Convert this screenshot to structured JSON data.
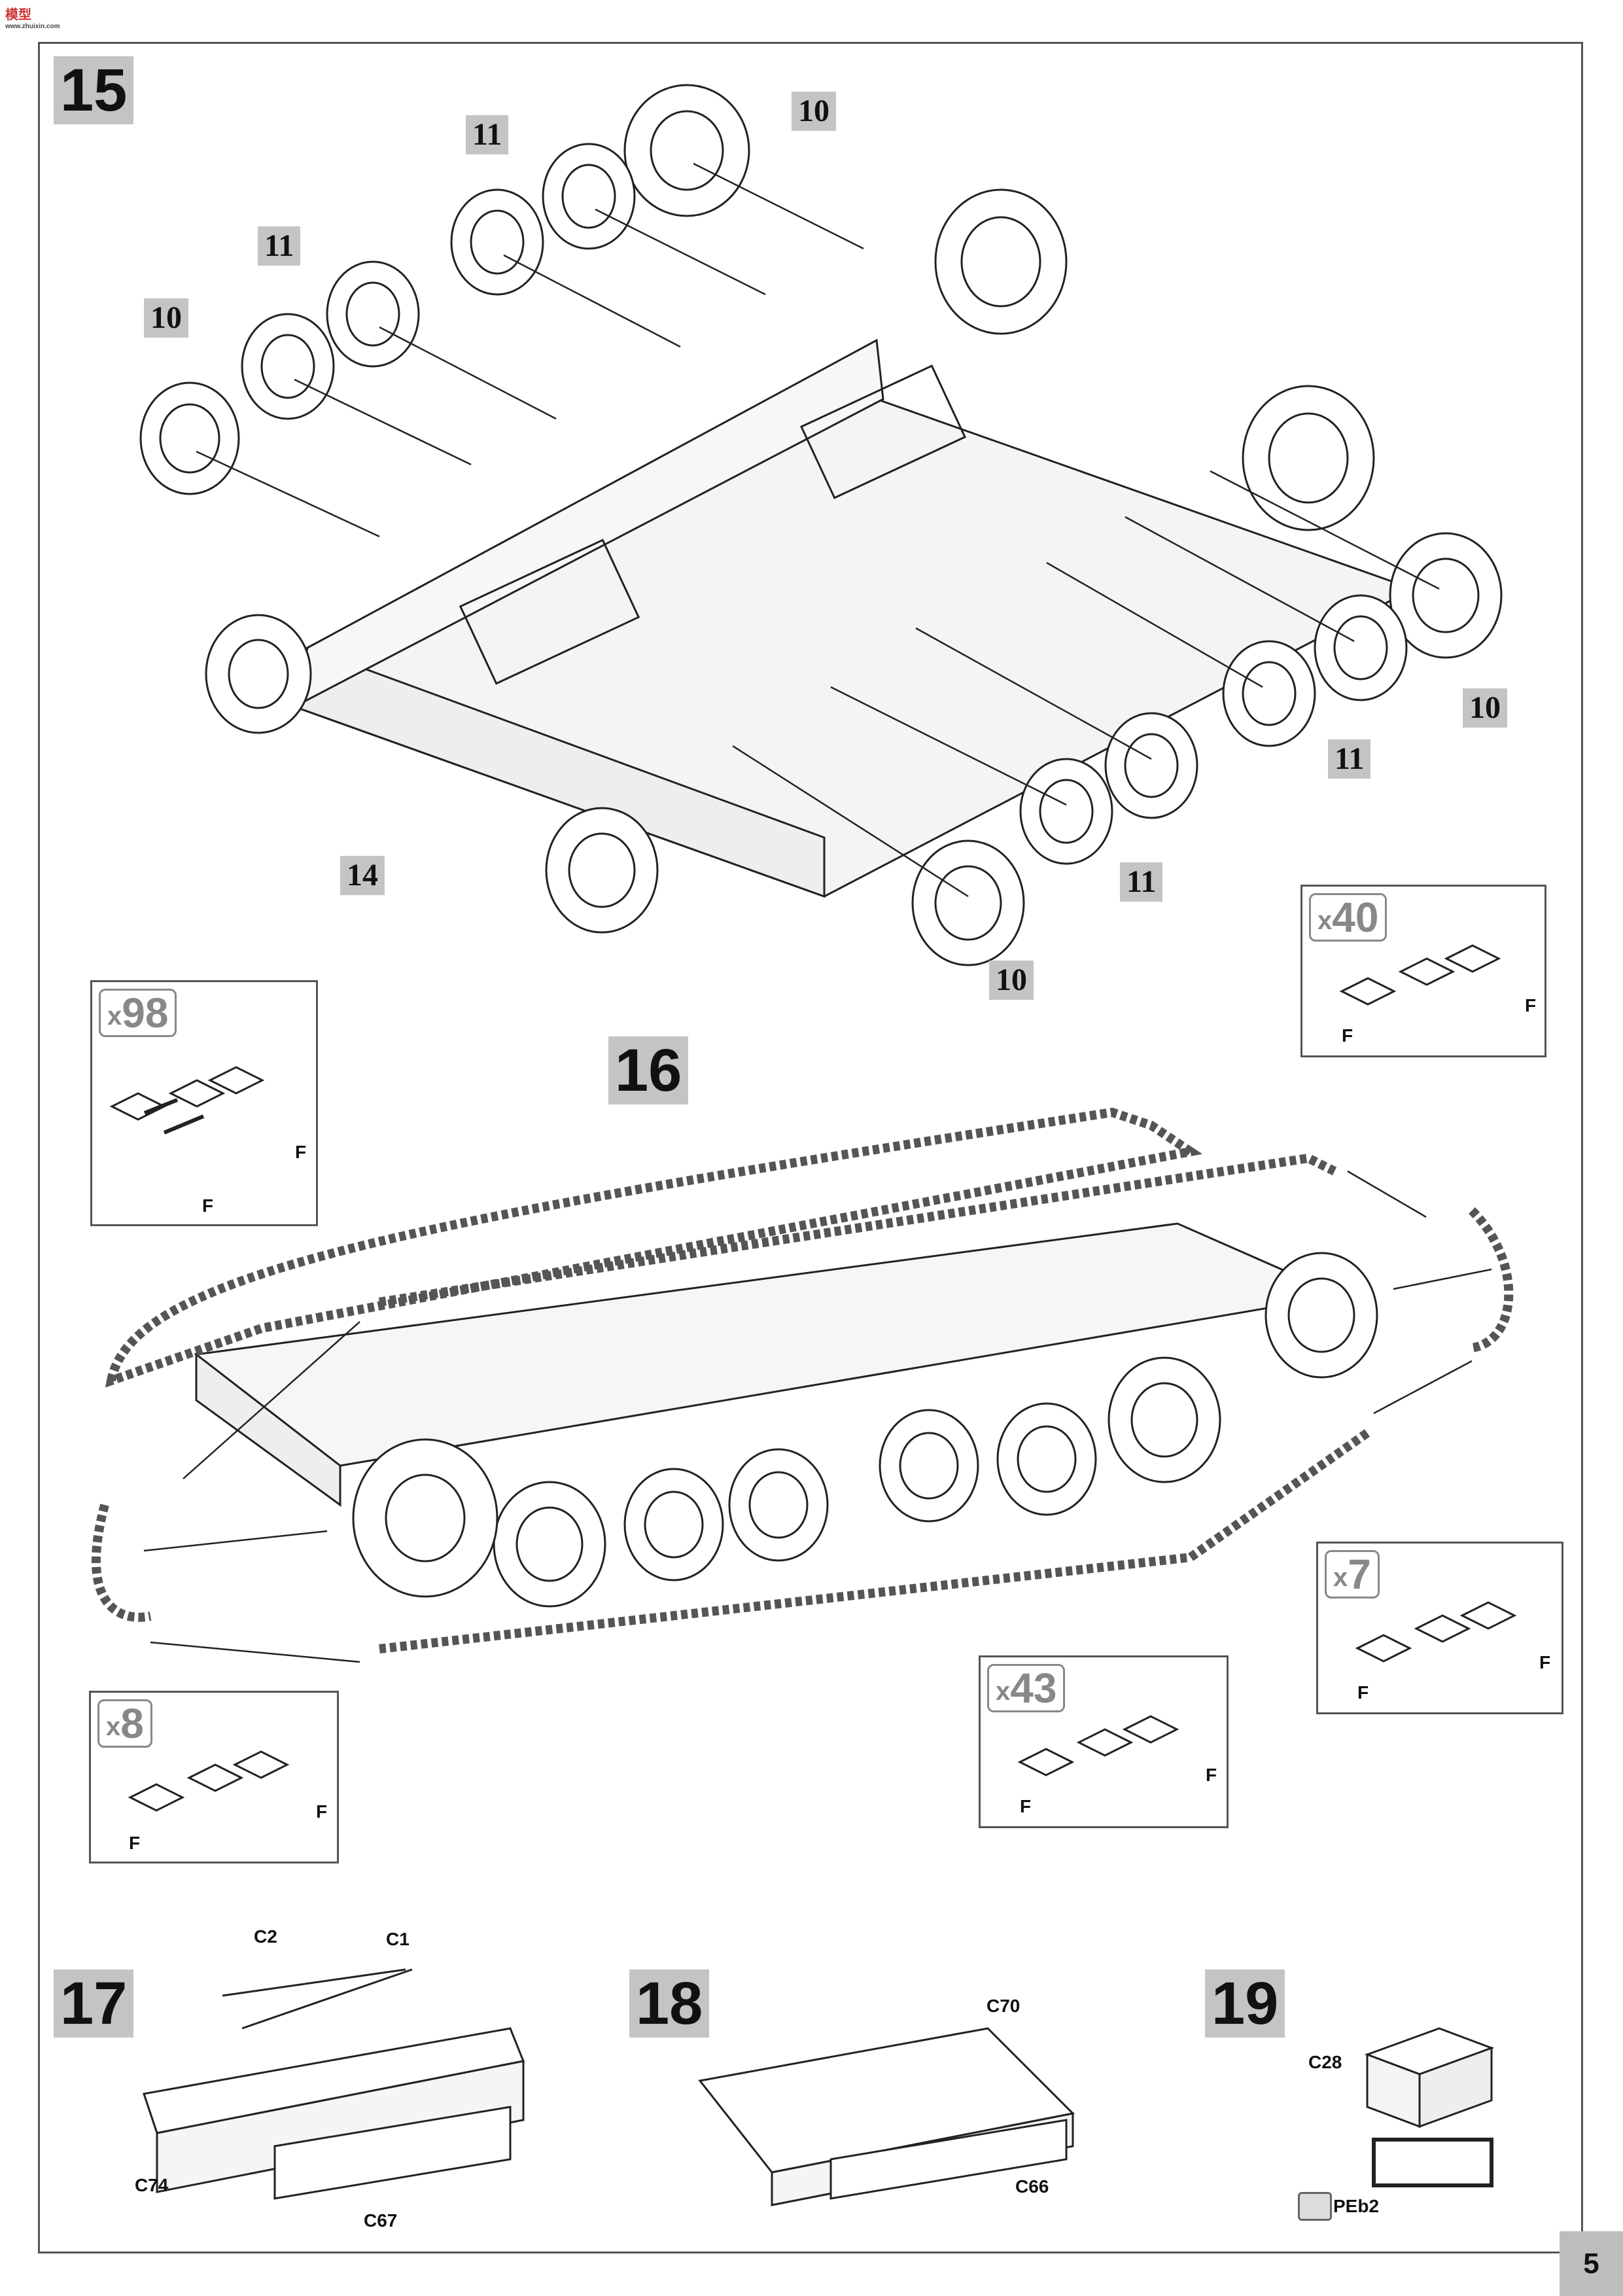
{
  "logo": {
    "text": "模型",
    "sub": "www.zhuixin.com"
  },
  "page_number": "5",
  "step15": {
    "number": "15",
    "callouts": {
      "c10a": "10",
      "c11a": "11",
      "c11b": "11",
      "c10b": "10",
      "c10c": "10",
      "c11c": "11",
      "c11d": "11",
      "c10d": "10",
      "c14": "14"
    }
  },
  "step16": {
    "number": "16",
    "boxes": [
      {
        "mult": "x",
        "count": "98",
        "label_a": "F",
        "label_b": "F"
      },
      {
        "mult": "x",
        "count": "40",
        "label_a": "F",
        "label_b": "F"
      },
      {
        "mult": "x",
        "count": "7",
        "label_a": "F",
        "label_b": "F"
      },
      {
        "mult": "x",
        "count": "43",
        "label_a": "F",
        "label_b": "F"
      },
      {
        "mult": "x",
        "count": "8",
        "label_a": "F",
        "label_b": "F"
      }
    ]
  },
  "step17": {
    "number": "17",
    "parts": {
      "c2": "C2",
      "c1": "C1",
      "c74": "C74",
      "c67": "C67"
    }
  },
  "step18": {
    "number": "18",
    "parts": {
      "c70": "C70",
      "c66": "C66"
    }
  },
  "step19": {
    "number": "19",
    "parts": {
      "c28": "C28",
      "peb2": "PEb2"
    }
  }
}
